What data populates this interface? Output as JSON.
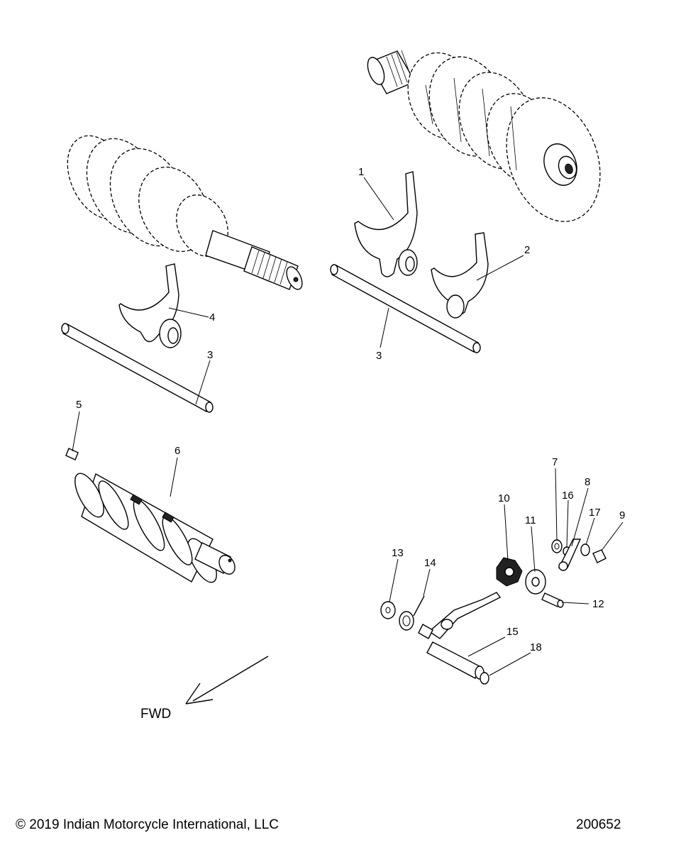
{
  "diagram": {
    "callouts": {
      "c1": "1",
      "c2": "2",
      "c3a": "3",
      "c3b": "3",
      "c4": "4",
      "c5": "5",
      "c6": "6",
      "c7": "7",
      "c8": "8",
      "c9": "9",
      "c10": "10",
      "c11": "11",
      "c12": "12",
      "c13": "13",
      "c14": "14",
      "c15": "15",
      "c16": "16",
      "c17": "17",
      "c18": "18"
    },
    "direction_label": "FWD"
  },
  "footer": {
    "copyright": "© 2019 Indian Motorcycle International, LLC",
    "drawing_number": "200652"
  }
}
